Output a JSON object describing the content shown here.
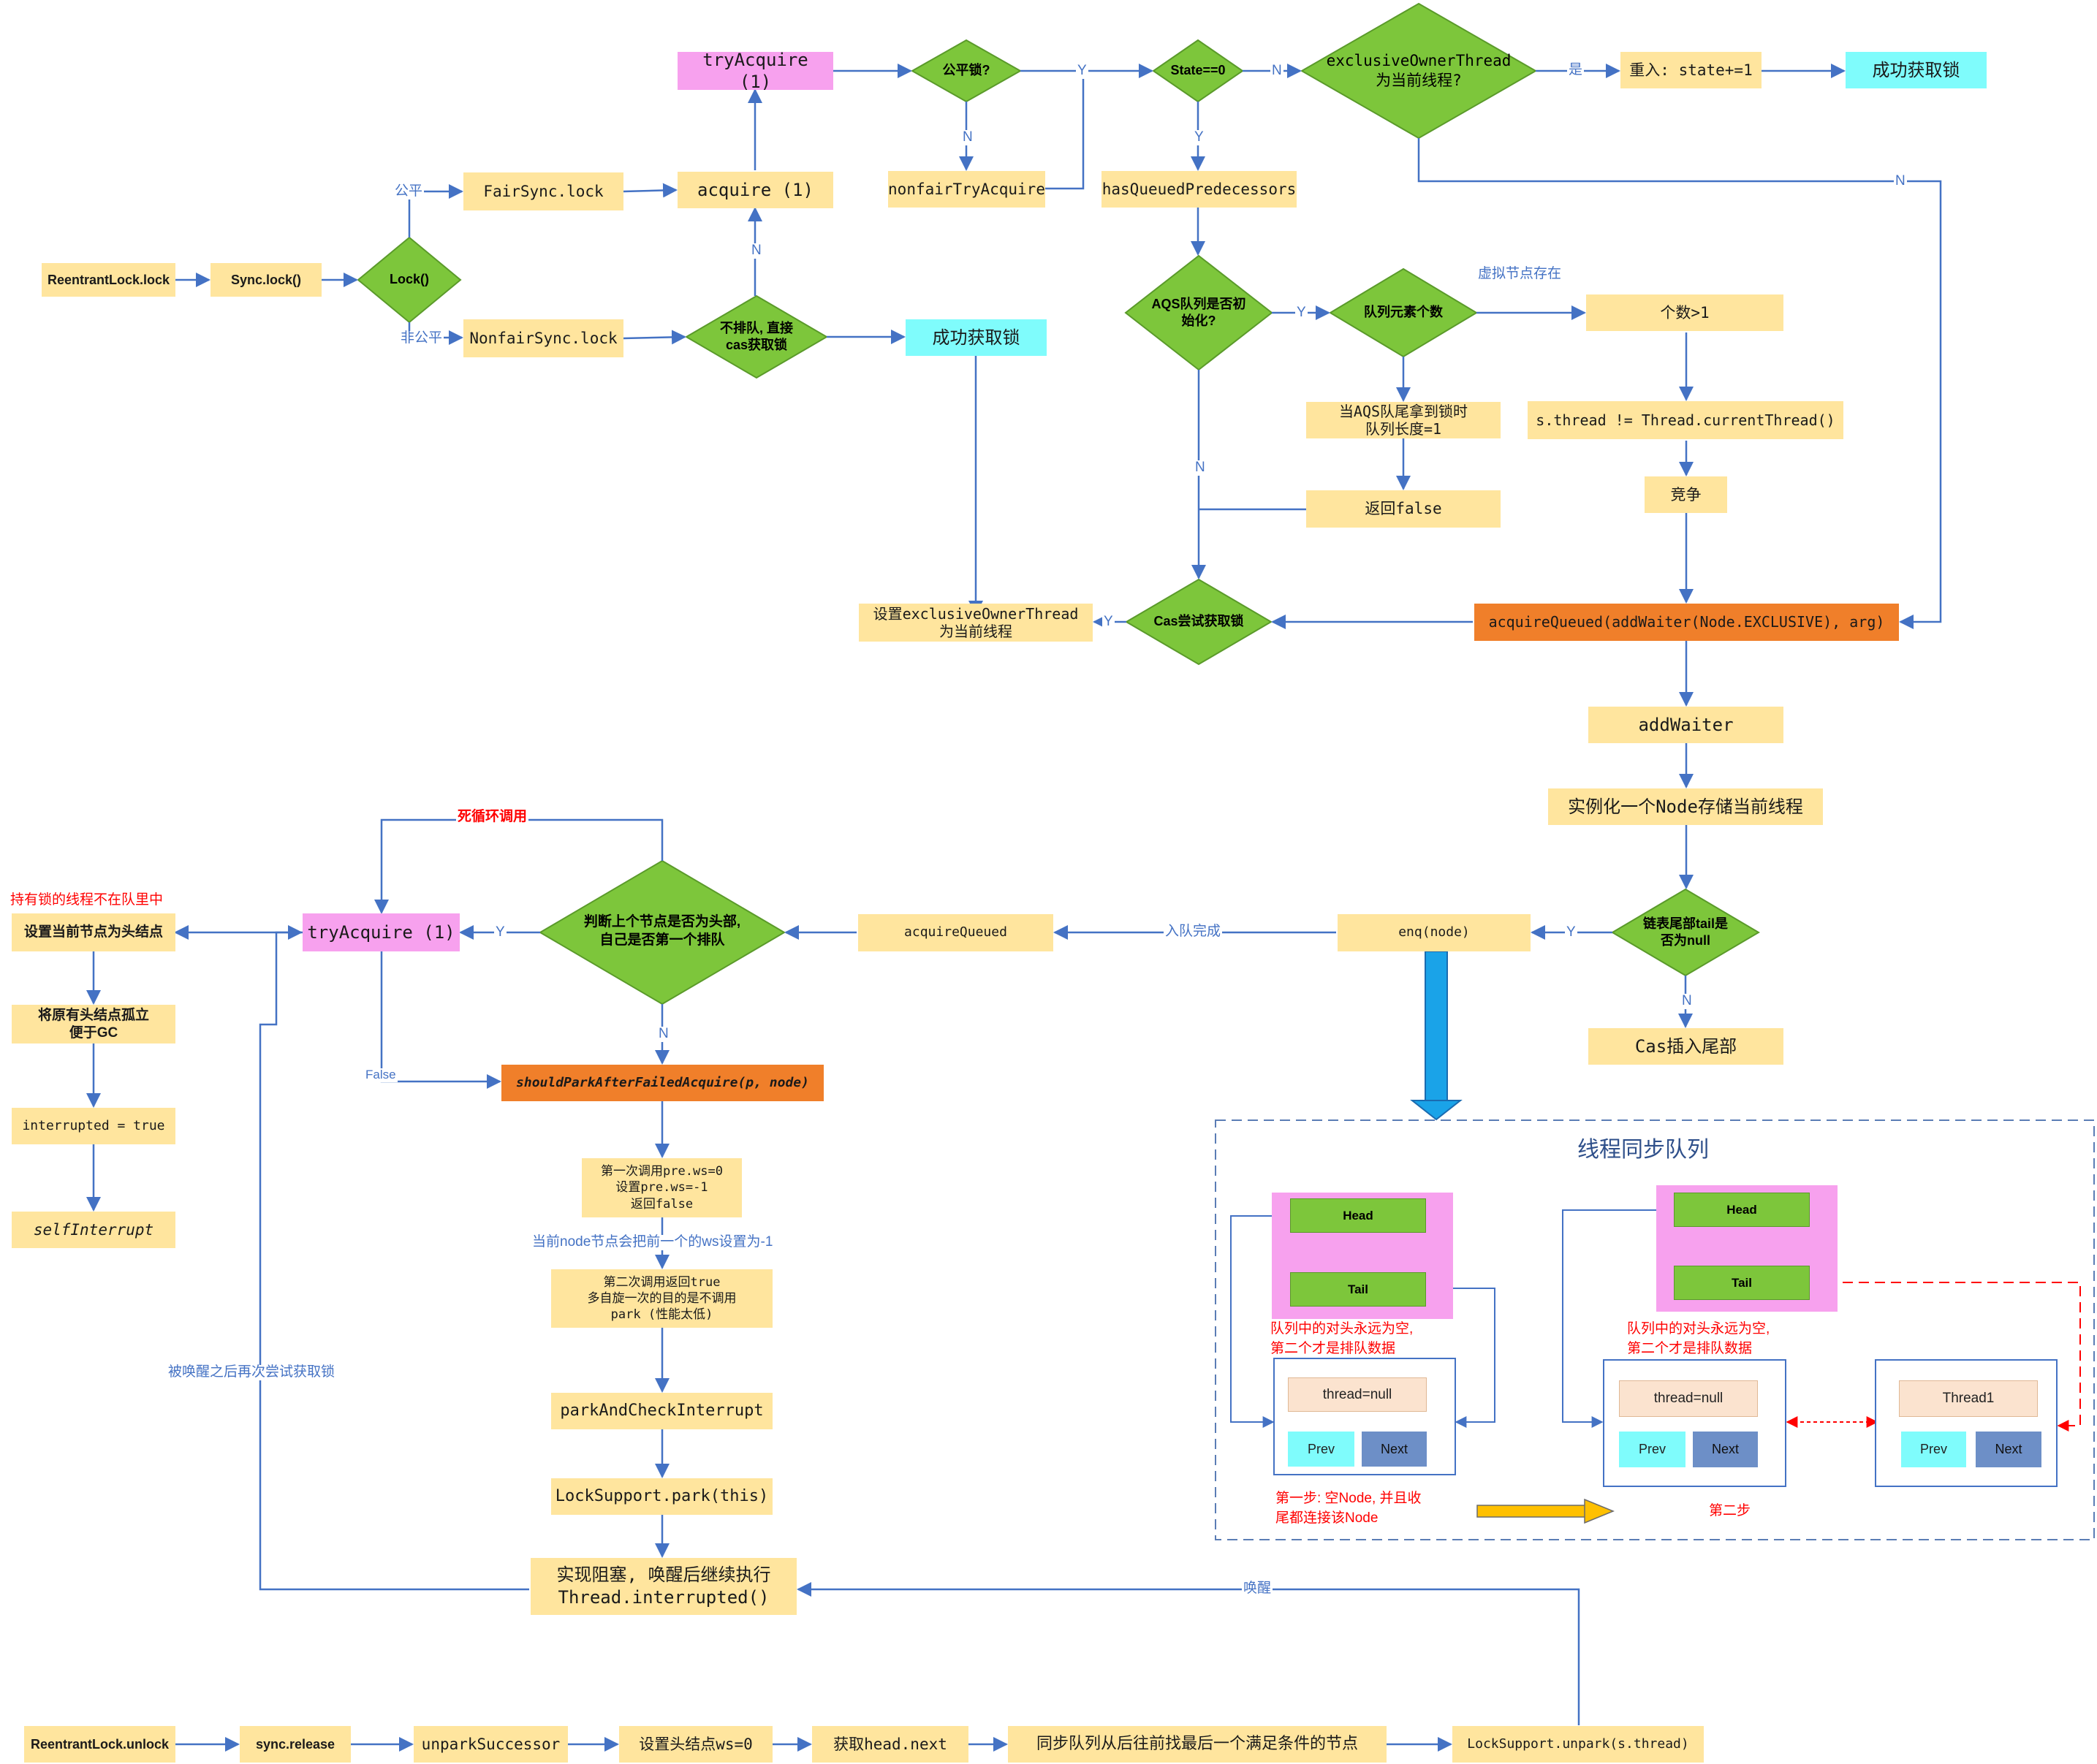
{
  "nodes": {
    "reentrant_lock": "ReentrantLock.lock",
    "sync_lock": "Sync.lock()",
    "lock_decision": "Lock()",
    "fair_sync_lock": "FairSync.lock",
    "nonfair_sync_lock": "NonfairSync.lock",
    "acquire": "acquire (1)",
    "try_acquire_top": "tryAcquire (1)",
    "fair_lock_q": "公平锁?",
    "nonfair_try_acquire": "nonfairTryAcquire",
    "no_queue_cas": "不排队, 直接\ncas获取锁",
    "success_mid": "成功获取锁",
    "state_zero": "State==0",
    "has_queued_predecessors": "hasQueuedPredecessors",
    "exclusive_owner_q": "exclusiveOwnerThread\n为当前线程?",
    "reentry": "重入: state+=1",
    "success_top": "成功获取锁",
    "aqs_init_q": "AQS队列是否初\n始化?",
    "queue_count": "队列元素个数",
    "count_gt1": "个数>1",
    "tail_got_lock": "当AQS队尾拿到锁时\n队列长度=1",
    "s_thread_check": "s.thread != Thread.currentThread()",
    "return_false": "返回false",
    "compete": "竞争",
    "set_owner": "设置exclusiveOwnerThread\n为当前线程",
    "cas_try": "Cas尝试获取锁",
    "acquire_queued_add_waiter": "acquireQueued(addWaiter(Node.EXCLUSIVE), arg)",
    "add_waiter": "addWaiter",
    "instantiate_node": "实例化一个Node存储当前线程",
    "tail_null_q": "链表尾部tail是\n否为null",
    "enq": "enq(node)",
    "cas_insert_tail": "Cas插入尾部",
    "acquire_queued": "acquireQueued",
    "prev_is_head_q": "判断上个节点是否为头部,\n自己是否第一个排队",
    "try_acquire_loop": "tryAcquire (1)",
    "set_head": "设置当前节点为头结点",
    "isolate_head": "将原有头结点孤立\n便于GC",
    "interrupted_true": "interrupted = true",
    "self_interrupt": "selfInterrupt",
    "should_park": "shouldParkAfterFailedAcquire(p, node)",
    "first_call": "第一次调用pre.ws=0\n设置pre.ws=-1\n返回false",
    "second_call": "第二次调用返回true\n多自旋一次的目的是不调用\npark (性能太低)",
    "park_check_interrupt": "parkAndCheckInterrupt",
    "lock_support_park": "LockSupport.park(this)",
    "block_resume": "实现阻塞, 唤醒后继续执行\nThread.interrupted()",
    "unlock": "ReentrantLock.unlock",
    "sync_release": "sync.release",
    "unpark_successor": "unparkSuccessor",
    "set_head_ws0": "设置头结点ws=0",
    "get_head_next": "获取head.next",
    "find_node": "同步队列从后往前找最后一个满足条件的节点",
    "lock_support_unpark": "LockSupport.unpark(s.thread)"
  },
  "edge_labels": {
    "fair": "公平",
    "nonfair": "非公平",
    "n": "N",
    "y": "Y",
    "yes": "是",
    "virtual_node_exists": "虚拟节点存在",
    "enqueued": "入队完成",
    "dead_loop": "死循环调用",
    "false_label": "False",
    "set_prev_ws": "当前node节点会把前一个的ws设置为-1",
    "retry_after_wake": "被唤醒之后再次尝试获取锁",
    "wake": "唤醒",
    "not_in_queue": "持有锁的线程不在队里中"
  },
  "sync_queue": {
    "title": "线程同步队列",
    "head": "Head",
    "tail": "Tail",
    "empty_note": "队列中的对头永远为空,\n第二个才是排队数据",
    "thread_null": "thread=null",
    "thread1": "Thread1",
    "prev": "Prev",
    "next": "Next",
    "step1": "第一步: 空Node, 并且收\n尾都连接该Node",
    "step2": "第二步"
  },
  "colors": {
    "yellow": "#ffe59e",
    "pink": "#f7a1ee",
    "cyan": "#7ffcfc",
    "orange": "#f07f2a",
    "green": "#7dc63b",
    "blue_line": "#4472c4",
    "red": "#ff0000"
  }
}
